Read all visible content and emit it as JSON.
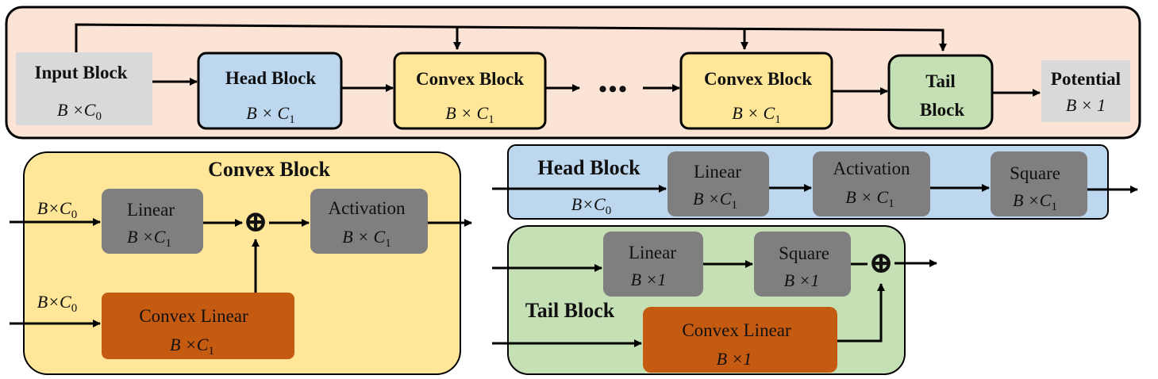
{
  "colors": {
    "pipeline_bg": "#fbe3d6",
    "input_fill": "#d9d9d9",
    "head_fill": "#bdd7ee",
    "convex_fill": "#ffe699",
    "tail_fill": "#c5e0b4",
    "gray_op": "#7f7f7f",
    "orange_op": "#c55a11",
    "stroke": "#000000"
  },
  "pipeline": {
    "input": {
      "title": "Input Block",
      "dim": "B ×C",
      "sub": "0"
    },
    "head": {
      "title": "Head Block",
      "dim": "B × C",
      "sub": "1"
    },
    "convex1": {
      "title": "Convex Block",
      "dim": "B × C",
      "sub": "1"
    },
    "ellipsis": "•••",
    "convex2": {
      "title": "Convex Block",
      "dim": "B × C",
      "sub": "1"
    },
    "tail": {
      "line1": "Tail",
      "line2": "Block"
    },
    "potential": {
      "title": "Potential",
      "dim": "B × 1"
    }
  },
  "convex_detail": {
    "title": "Convex Block",
    "input_top": {
      "dim": "B×C",
      "sub": "0"
    },
    "input_bottom": {
      "dim": "B×C",
      "sub": "0"
    },
    "linear": {
      "label": "Linear",
      "dim": "B ×C",
      "sub": "1"
    },
    "activation": {
      "label": "Activation",
      "dim": "B × C",
      "sub": "1"
    },
    "convex_linear": {
      "label": "Convex Linear",
      "dim": "B ×C",
      "sub": "1"
    },
    "plus": "⊕"
  },
  "head_detail": {
    "title": "Head Block",
    "input": {
      "dim": "B×C",
      "sub": "0"
    },
    "linear": {
      "label": "Linear",
      "dim": "B ×C",
      "sub": "1"
    },
    "activation": {
      "label": "Activation",
      "dim": "B × C",
      "sub": "1"
    },
    "square": {
      "label": "Square",
      "dim": "B ×C",
      "sub": "1"
    }
  },
  "tail_detail": {
    "title": "Tail Block",
    "linear": {
      "label": "Linear",
      "dim": "B ×1"
    },
    "square": {
      "label": "Square",
      "dim": "B ×1"
    },
    "convex_linear": {
      "label": "Convex Linear",
      "dim": "B ×1"
    },
    "plus": "⊕"
  }
}
